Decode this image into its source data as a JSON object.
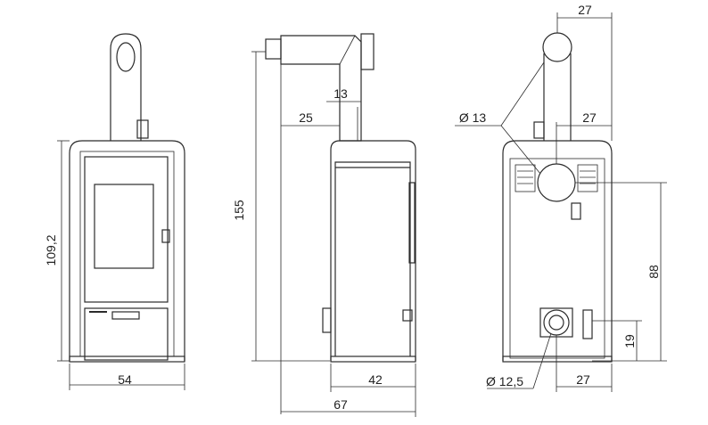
{
  "dimensions": {
    "front_height": "109,2",
    "front_width": "54",
    "side_total_height": "155",
    "side_offset": "25",
    "side_gap": "13",
    "side_body_width": "42",
    "side_total_width": "67",
    "rear_top_offset": "27",
    "rear_mid_offset": "27",
    "rear_flue_diameter": "Ø 13",
    "rear_air_height": "88",
    "rear_inlet_height": "19",
    "rear_inlet_diameter": "Ø 12,5",
    "rear_bottom_offset": "27"
  }
}
